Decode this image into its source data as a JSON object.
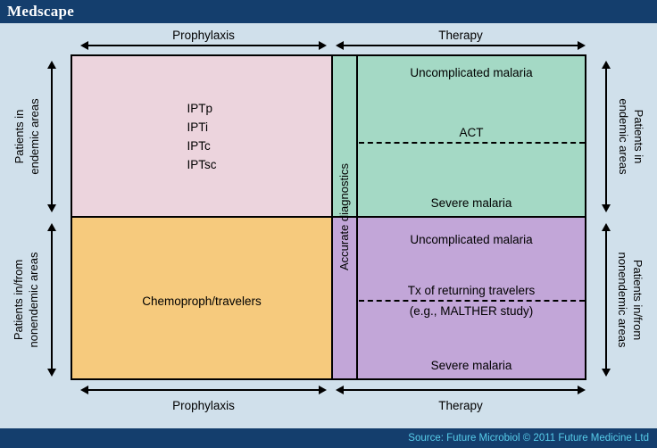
{
  "header": {
    "brand": "Medscape"
  },
  "footer": {
    "source": "Source: Future Microbiol © 2011 Future Medicine Ltd"
  },
  "colors": {
    "navy": "#143e6d",
    "background": "#d0e0eb",
    "pink": "#ecd4dd",
    "teal": "#a4d9c5",
    "orange": "#f6ca7d",
    "purple": "#c2a6d8",
    "source_text": "#57cdea"
  },
  "axes": {
    "top_prophylaxis": "Prophylaxis",
    "top_therapy": "Therapy",
    "bottom_prophylaxis": "Prophylaxis",
    "bottom_therapy": "Therapy",
    "endemic": {
      "line1": "Patients in",
      "line2": "endemic areas"
    },
    "nonendemic": {
      "line1": "Patients in/from",
      "line2": "nonendemic areas"
    }
  },
  "center_strip": {
    "label": "Accurate diagnostics"
  },
  "quadrants": {
    "prophylaxis_endemic": {
      "lines": [
        "IPTp",
        "IPTi",
        "IPTc",
        "IPTsc"
      ]
    },
    "therapy_endemic": {
      "top": "Uncomplicated malaria",
      "divider": "ACT",
      "bottom": "Severe malaria"
    },
    "prophylaxis_nonendemic": {
      "label": "Chemoproph/travelers"
    },
    "therapy_nonendemic": {
      "top": "Uncomplicated malaria",
      "divider_line1": "Tx of returning travelers",
      "divider_line2": "(e.g., MALTHER study)",
      "bottom": "Severe malaria"
    }
  }
}
